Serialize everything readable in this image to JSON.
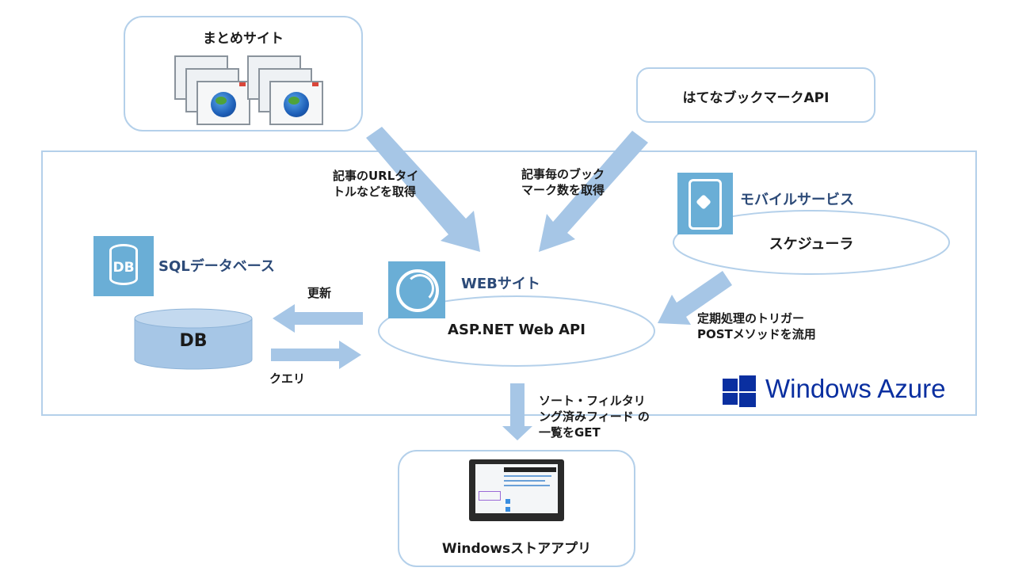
{
  "top_left_box": {
    "title": "まとめサイト",
    "icon": "browser-windows-globe-icon"
  },
  "top_right_box": {
    "title": "はてなブックマークAPI"
  },
  "azure_region": {
    "logo_text": "Windows Azure",
    "logo_icon": "windows-logo-icon",
    "brand_color": "#0a2fa0"
  },
  "labels": {
    "url_fetch": [
      "記事のURLタイ",
      "トルなどを取得"
    ],
    "bookmark_fetch": [
      "記事毎のブック",
      "マーク数を取得"
    ],
    "update": "更新",
    "query": "クエリ",
    "trigger": [
      "定期処理のトリガー",
      "POSTメソッドを流用"
    ],
    "get_feed": [
      "ソート・フィルタリ",
      "ング済みフィード の",
      "一覧をGET"
    ]
  },
  "sql_database": {
    "service_name": "SQLデータベース",
    "tile_text": "DB",
    "cylinder_text": "DB"
  },
  "web_site": {
    "service_name": "WEBサイト",
    "ellipse_text": "ASP.NET Web API"
  },
  "mobile_service": {
    "service_name": "モバイルサービス",
    "ellipse_text": "スケジューラ"
  },
  "store_app": {
    "title": "Windowsストアアプリ",
    "icon": "tablet-app-icon"
  },
  "colors": {
    "arrow": "#a6c6e6",
    "border": "#b4d0ea",
    "tile": "#6aaed6",
    "service_text": "#2c4a78"
  }
}
